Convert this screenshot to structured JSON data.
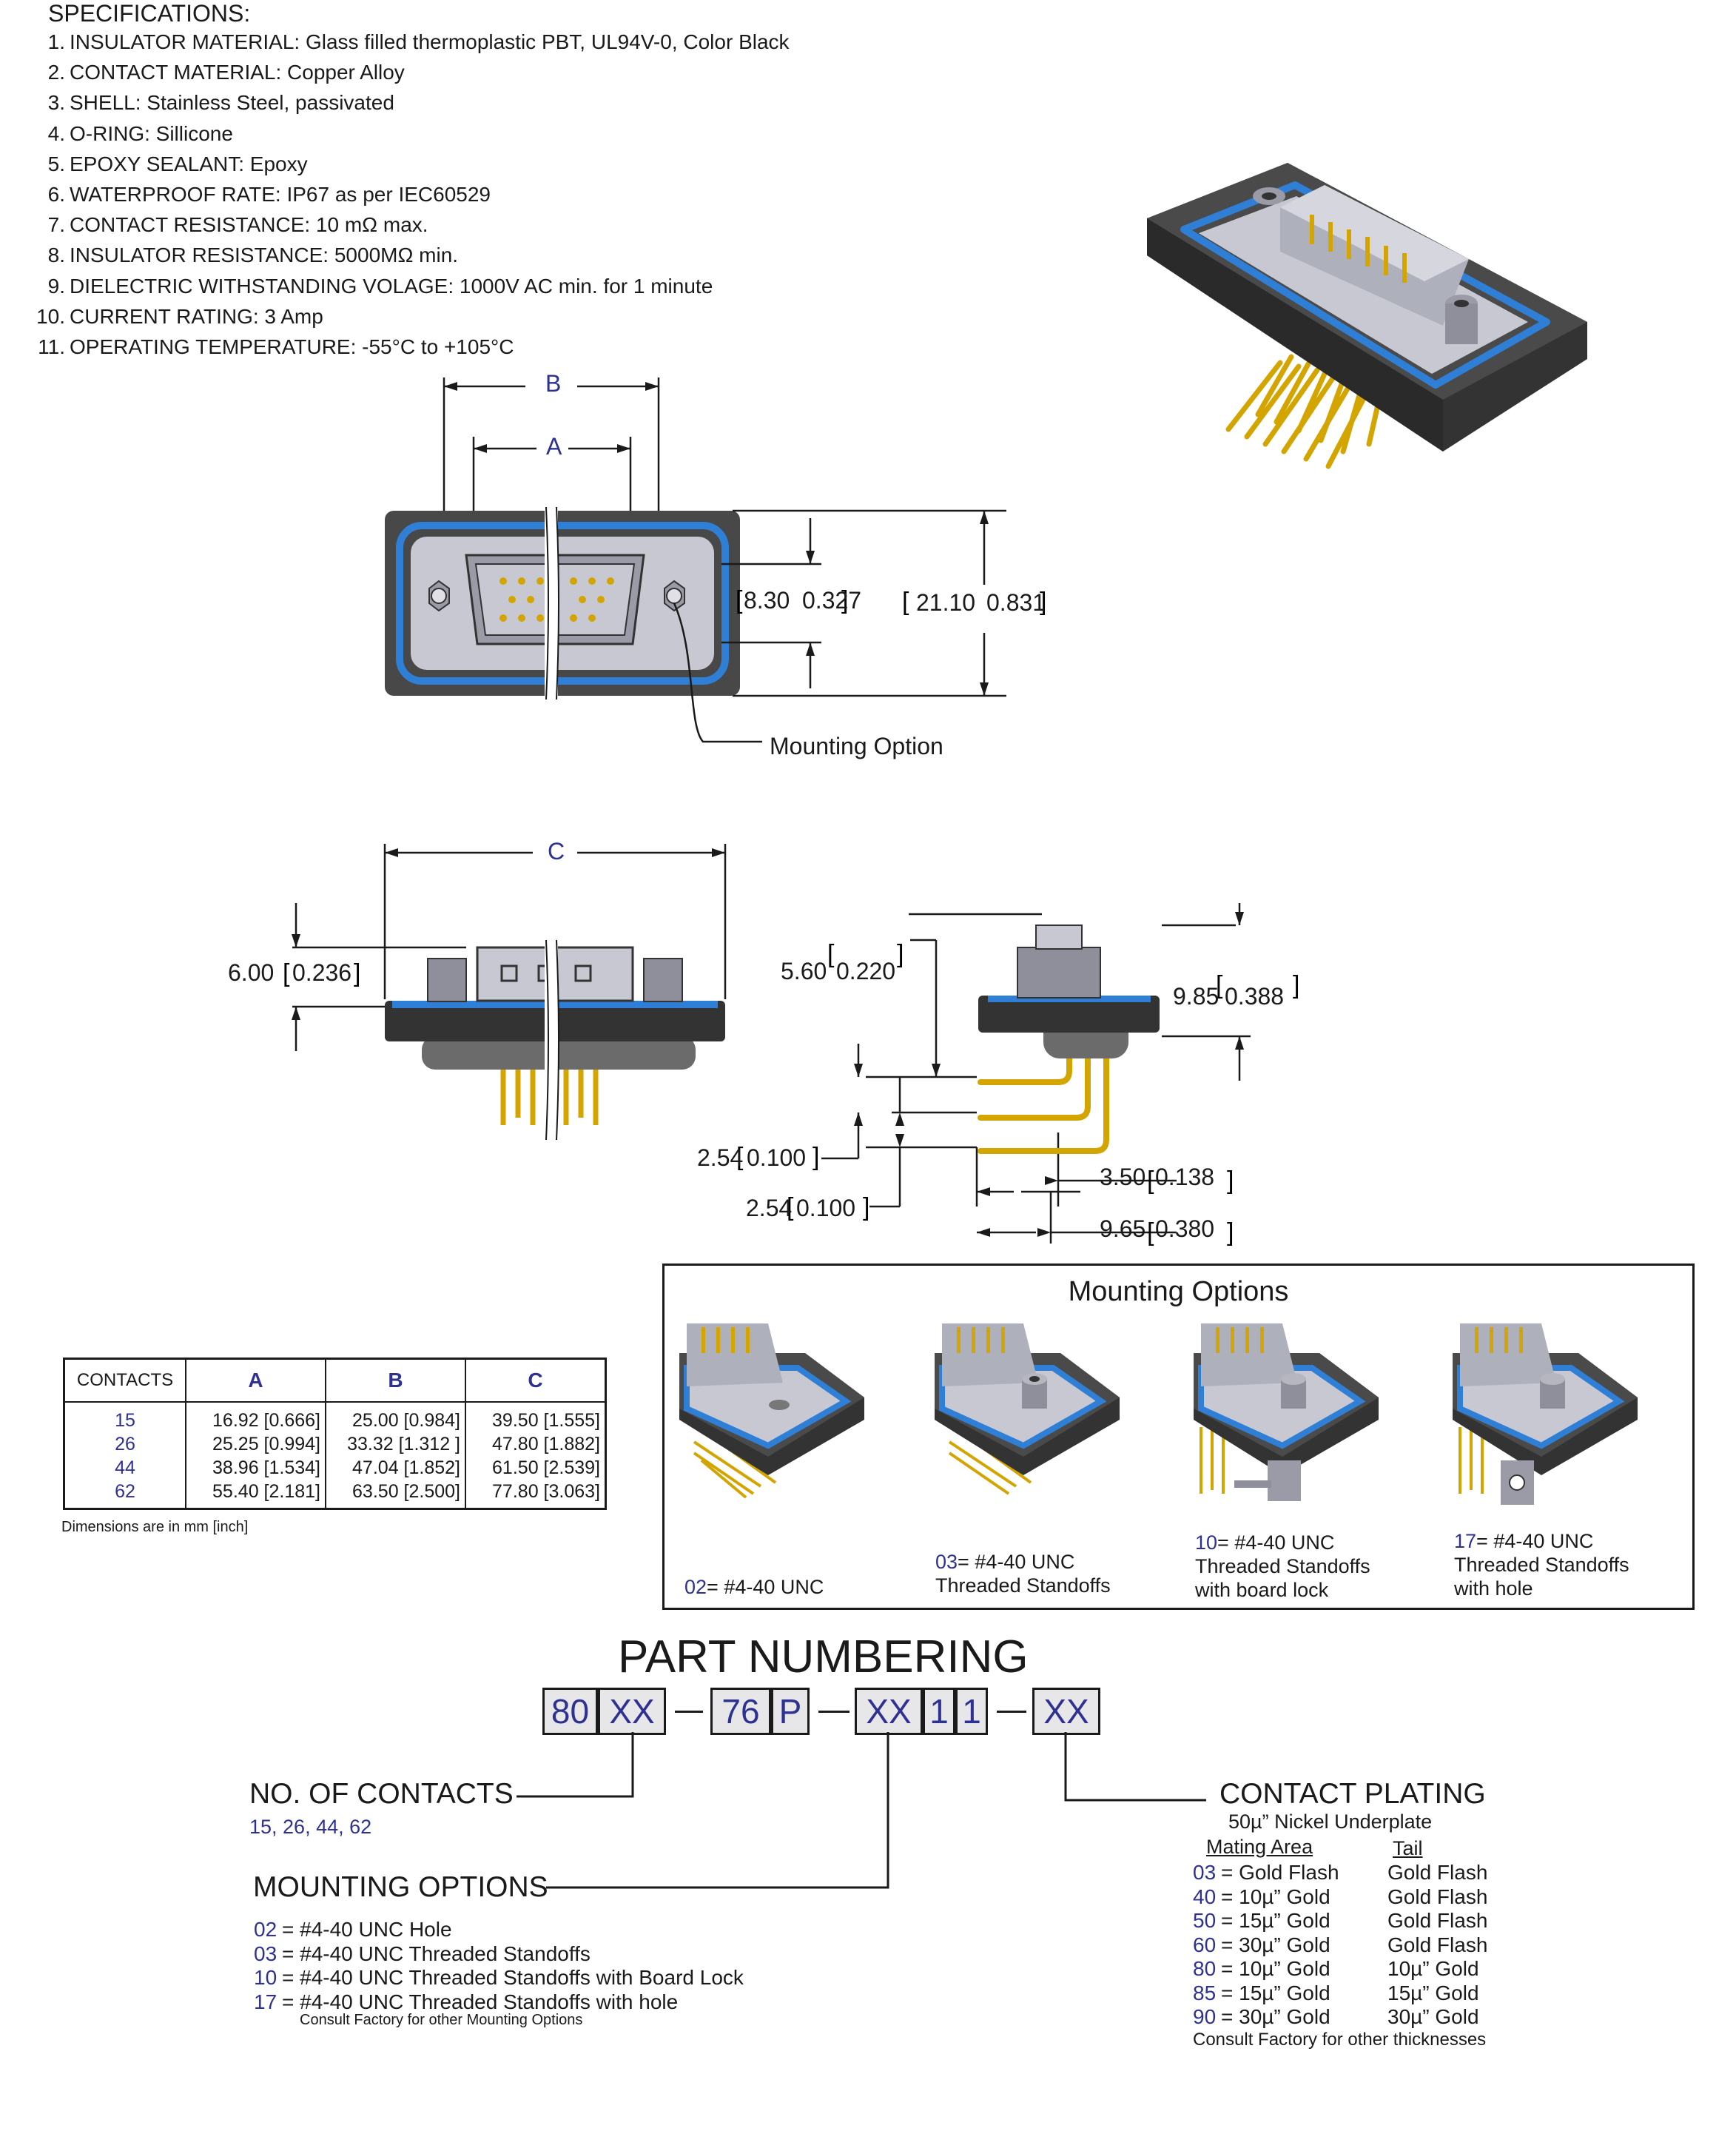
{
  "specifications": {
    "title": "SPECIFICATIONS:",
    "items": [
      {
        "num": "1.",
        "text": "INSULATOR MATERIAL: Glass filled thermoplastic PBT, UL94V-0, Color Black"
      },
      {
        "num": "2.",
        "text": "CONTACT MATERIAL: Copper Alloy"
      },
      {
        "num": "3.",
        "text": "SHELL: Stainless Steel, passivated"
      },
      {
        "num": "4.",
        "text": "O-RING: Sillicone"
      },
      {
        "num": "5.",
        "text": "EPOXY SEALANT: Epoxy"
      },
      {
        "num": "6.",
        "text": "WATERPROOF RATE: IP67 as per IEC60529"
      },
      {
        "num": "7.",
        "text": "CONTACT RESISTANCE: 10 mΩ max."
      },
      {
        "num": "8.",
        "text": "INSULATOR RESISTANCE: 5000MΩ min."
      },
      {
        "num": "9.",
        "text": "DIELECTRIC WITHSTANDING VOLAGE: 1000V AC min. for 1 minute"
      },
      {
        "num": "10.",
        "text": "CURRENT RATING: 3 Amp"
      },
      {
        "num": "11.",
        "text": "OPERATING TEMPERATURE: -55°C to +105°C"
      }
    ]
  },
  "dimensions": {
    "label_a": "A",
    "label_b": "B",
    "label_c": "C",
    "d_830": "8.30",
    "d_830_in": "0.327",
    "d_2110": "21.10",
    "d_2110_in": "0.831",
    "d_600": "6.00",
    "d_600_in": "0.236",
    "d_560": "5.60",
    "d_560_in": "0.220",
    "d_985": "9.85",
    "d_985_in": "0.388",
    "d_254a": "2.54",
    "d_254a_in": "0.100",
    "d_254b": "2.54",
    "d_254b_in": "0.100",
    "d_350": "3.50",
    "d_350_in": "0.138",
    "d_965": "9.65",
    "d_965_in": "0.380",
    "mounting_option_callout": "Mounting Option"
  },
  "dim_table": {
    "headers": [
      "CONTACTS",
      "A",
      "B",
      "C"
    ],
    "rows": [
      [
        "15",
        "16.92 [0.666]",
        "25.00 [0.984]",
        "39.50 [1.555]"
      ],
      [
        "26",
        "25.25 [0.994]",
        "33.32 [1.312 ]",
        "47.80 [1.882]"
      ],
      [
        "44",
        "38.96 [1.534]",
        "47.04 [1.852]",
        "61.50 [2.539]"
      ],
      [
        "62",
        "55.40 [2.181]",
        "63.50 [2.500]",
        "77.80 [3.063]"
      ]
    ],
    "note": "Dimensions are in mm [inch]"
  },
  "mounting_options_box": {
    "title": "Mounting Options",
    "options": [
      {
        "code": "02",
        "text": "= #4-40 UNC"
      },
      {
        "code": "03",
        "text": "= #4-40 UNC Threaded Standoffs"
      },
      {
        "code": "10",
        "text": "= #4-40 UNC Threaded Standoffs with board lock"
      },
      {
        "code": "17",
        "text": "= #4-40 UNC Threaded Standoffs with hole"
      }
    ]
  },
  "part_numbering": {
    "title": "PART NUMBERING",
    "boxes": [
      "80",
      "XX",
      "76",
      "P",
      "XX",
      "1",
      "1",
      "XX"
    ],
    "contacts": {
      "heading": "NO. OF CONTACTS",
      "values": "15, 26, 44, 62"
    },
    "mounting": {
      "heading": "MOUNTING OPTIONS",
      "items": [
        {
          "code": "02",
          "text": "=  #4-40 UNC Hole"
        },
        {
          "code": "03",
          "text": "=  #4-40 UNC Threaded Standoffs"
        },
        {
          "code": "10",
          "text": "=  #4-40 UNC Threaded Standoffs with Board Lock"
        },
        {
          "code": "17",
          "text": "= #4-40 UNC Threaded Standoffs with hole"
        }
      ],
      "note": "Consult Factory for other Mounting Options"
    },
    "plating": {
      "heading": "CONTACT PLATING",
      "sub": "50µ” Nickel Underplate",
      "col_mating": "Mating Area",
      "col_tail": "Tail",
      "items": [
        {
          "code": "03",
          "mating": "= Gold Flash",
          "tail": "Gold Flash"
        },
        {
          "code": "40",
          "mating": "= 10µ” Gold",
          "tail": "Gold Flash"
        },
        {
          "code": "50",
          "mating": "= 15µ” Gold",
          "tail": "Gold Flash"
        },
        {
          "code": "60",
          "mating": "= 30µ” Gold",
          "tail": "Gold Flash"
        },
        {
          "code": "80",
          "mating": "= 10µ” Gold",
          "tail": "10µ” Gold"
        },
        {
          "code": "85",
          "mating": "= 15µ” Gold",
          "tail": "15µ” Gold"
        },
        {
          "code": "90",
          "mating": "= 30µ” Gold",
          "tail": "30µ” Gold"
        }
      ],
      "note": "Consult Factory for other thicknesses"
    }
  },
  "colors": {
    "accent": "#2e3192",
    "oring": "#2f7fd6",
    "body": "#404040",
    "shell": "#c7c8d2",
    "pin": "#d4a500"
  }
}
